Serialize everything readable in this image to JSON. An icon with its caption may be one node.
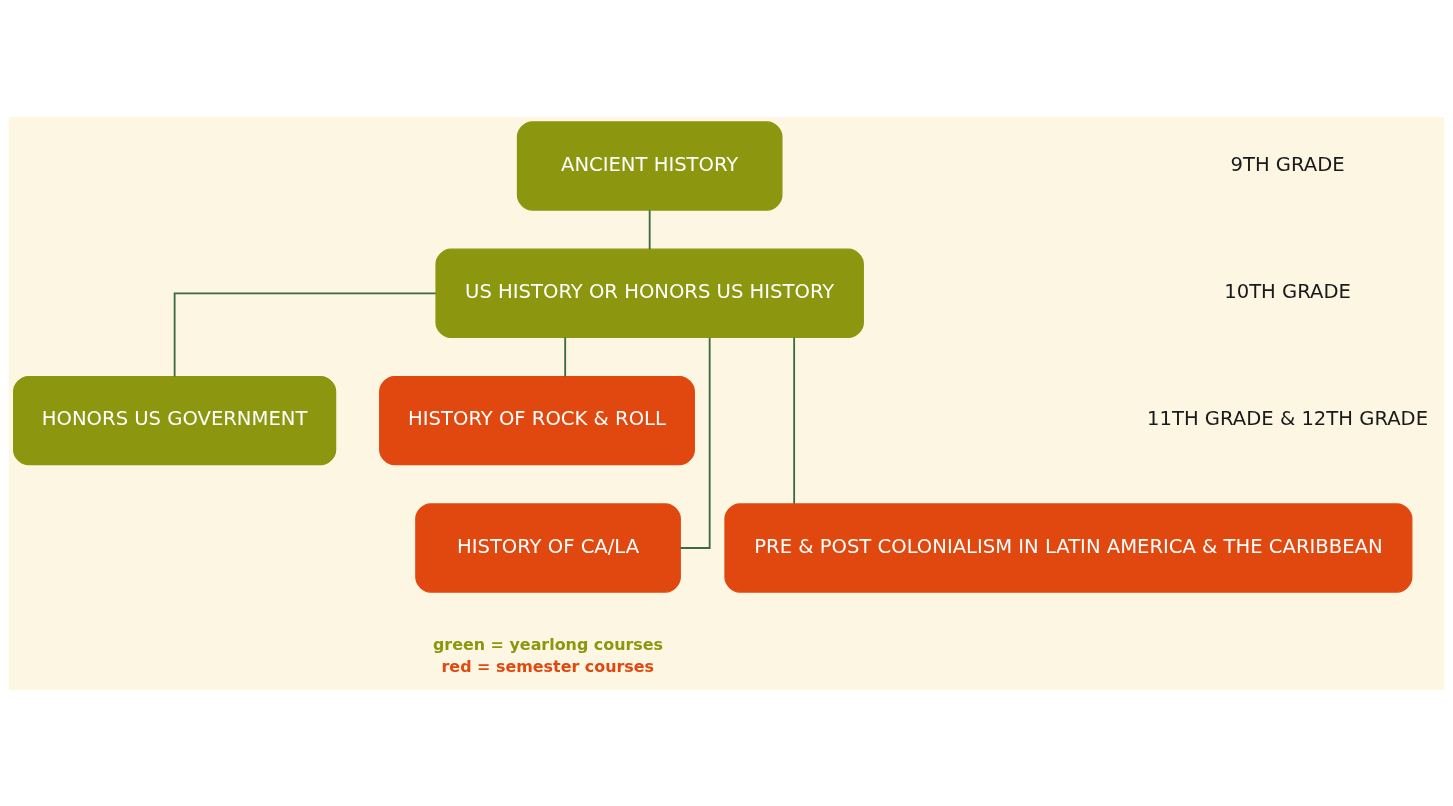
{
  "diagram": {
    "nodes": [
      {
        "text": [
          "ANCIENT HISTORY"
        ]
      },
      {
        "text": [
          "US HISTORY OR HONORS US HISTORY"
        ]
      },
      {
        "text": [
          "HONORS US GOVERNMENT"
        ]
      },
      {
        "text": [
          "HISTORY OF ROCK & ROLL"
        ]
      },
      {
        "text": [
          "HISTORY OF CA/LA"
        ]
      },
      {
        "text": [
          "PRE & POST COLONIALISM IN LATIN AMERICA & THE CARIBBEAN"
        ]
      }
    ],
    "edges": [
      {
        "from": 0,
        "to": 1,
        "arrow": "none"
      },
      {
        "from": 1,
        "to": 4,
        "arrow": "none"
      },
      {
        "from": 1,
        "to": 2,
        "arrow": "none"
      },
      {
        "from": 1,
        "to": 3,
        "arrow": "none"
      },
      {
        "from": 1,
        "to": 5,
        "arrow": "none"
      }
    ],
    "labels": [
      "9TH GRADE",
      "10TH GRADE",
      "11TH GRADE & 12TH GRADE"
    ],
    "legend": [
      {
        "text": "green = yearlong courses",
        "color": "#8c960f"
      },
      {
        "text": "red = semester courses",
        "color": "#e0480f"
      }
    ]
  }
}
